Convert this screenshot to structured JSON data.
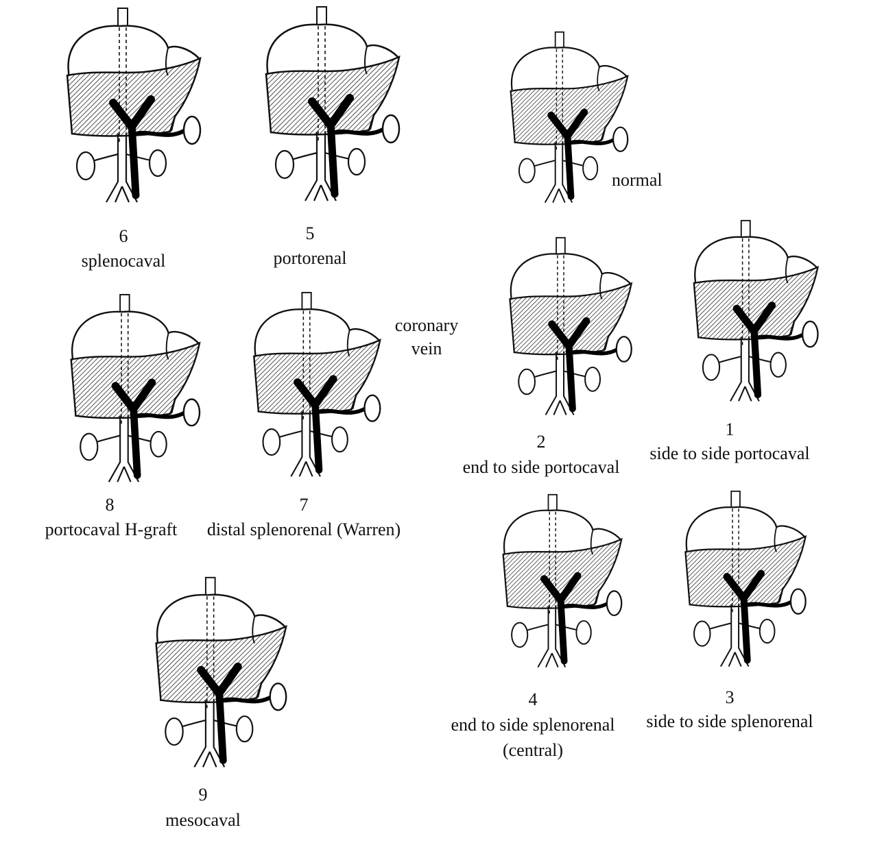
{
  "panels": [
    {
      "id": "6",
      "number": "6",
      "name": "splenocaval"
    },
    {
      "id": "5",
      "number": "5",
      "name": "portorenal"
    },
    {
      "id": "normal",
      "number": "",
      "name": "normal"
    },
    {
      "id": "8",
      "number": "8",
      "name": "portocaval H-graft"
    },
    {
      "id": "7",
      "number": "7",
      "name": "distal splenorenal (Warren)"
    },
    {
      "id": "2",
      "number": "2",
      "name": "end to side portocaval"
    },
    {
      "id": "1",
      "number": "1",
      "name": "side to side portocaval"
    },
    {
      "id": "4",
      "number": "4",
      "name": "end to side splenorenal",
      "name2": "(central)"
    },
    {
      "id": "3",
      "number": "3",
      "name": "side to side splenorenal"
    },
    {
      "id": "9",
      "number": "9",
      "name": "mesocaval"
    }
  ],
  "annotations": {
    "coronary_line1": "coronary",
    "coronary_line2": "vein"
  }
}
